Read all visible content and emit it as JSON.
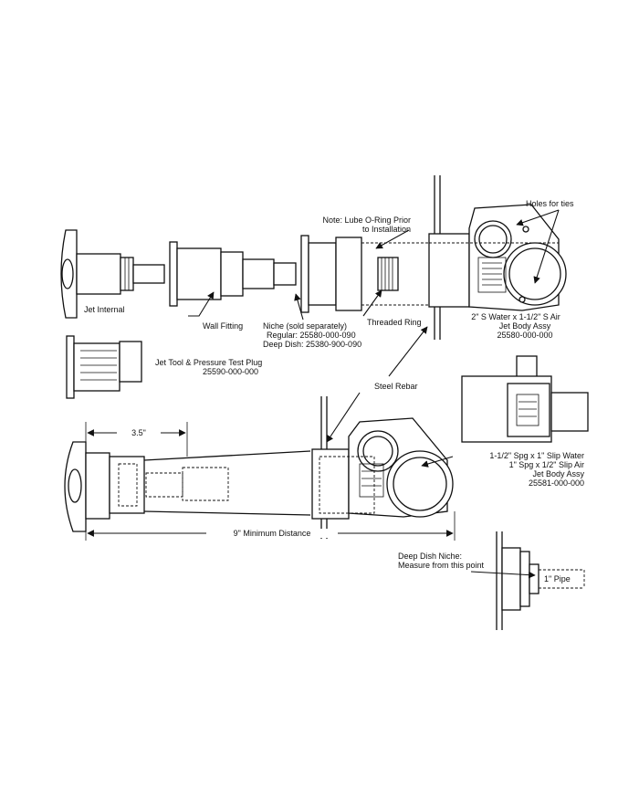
{
  "labels": {
    "holes_for_ties": "Holes for ties",
    "lube_note_1": "Note: Lube O-Ring Prior",
    "lube_note_2": "to Installation",
    "jet_internal": "Jet Internal",
    "wall_fitting": "Wall Fitting",
    "niche_1": "Niche (sold separately)",
    "niche_2": "Regular: 25580-000-090",
    "niche_3": "Deep Dish: 25380-900-090",
    "threaded_ring": "Threaded Ring",
    "body2_1": "2\" S Water x 1-1/2\" S Air",
    "body2_2": "Jet Body Assy",
    "body2_3": "25580-000-000",
    "jet_tool_1": "Jet Tool & Pressure Test Plug",
    "jet_tool_2": "25590-000-000",
    "steel_rebar": "Steel Rebar",
    "body1_1": "1-1/2\" Spg x 1\" Slip Water",
    "body1_2": "1\" Spg x 1/2\" Slip Air",
    "body1_3": "Jet Body Assy",
    "body1_4": "25581-000-000",
    "dim_35": "3.5\"",
    "dim_9": "9\" Minimum Distance",
    "deep_dish_1": "Deep Dish Niche:",
    "deep_dish_2": "Measure from this point",
    "pipe_1": "1\" Pipe"
  }
}
